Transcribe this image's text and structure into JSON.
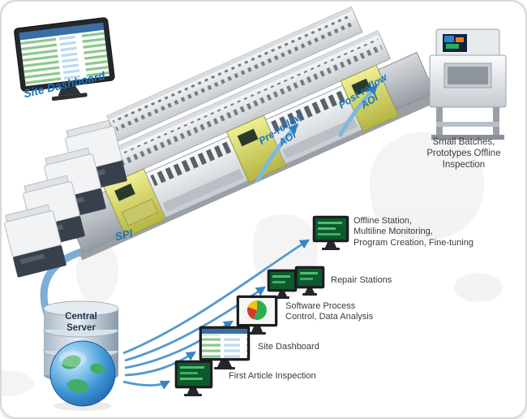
{
  "colors": {
    "accent_blue": "#1b75bb",
    "arrow_blue": "#4a94cc",
    "machine_yellow": "#d6d65e",
    "pcb_green": "#0d5a2c"
  },
  "labels": {
    "site_dashboard_top": "Site Dashboard",
    "spi": "SPI",
    "pre_reflow": "Pre-reflow\nAOI",
    "post_reflow": "Post-reflow\nAOI",
    "offline_inspection": "Small Batches,\nPrototypes Offline\nInspection",
    "central_server": "Central\nServer"
  },
  "stations": [
    {
      "label": "Offline Station,\nMultiline Monitoring,\nProgram Creation, Fine-tuning"
    },
    {
      "label": "Repair Stations"
    },
    {
      "label": "Software Process\nControl, Data Analysis"
    },
    {
      "label": "Site Dashboard"
    },
    {
      "label": "First Article Inspection"
    }
  ]
}
